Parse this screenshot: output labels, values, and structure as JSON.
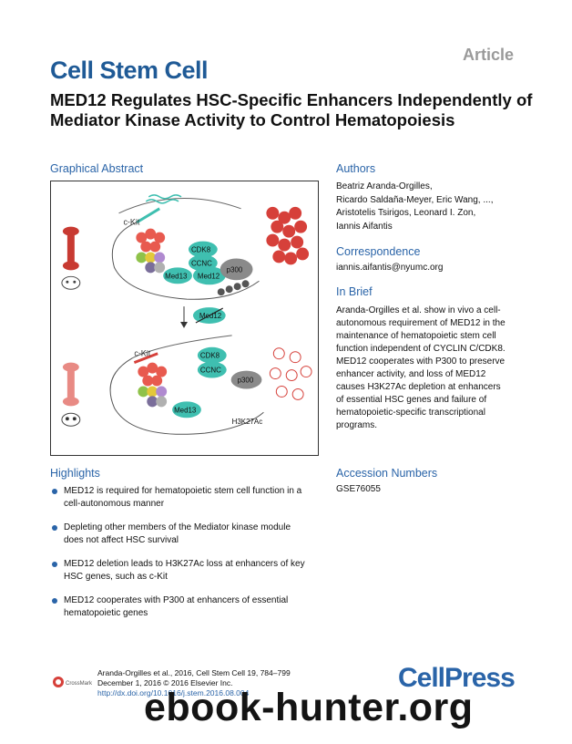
{
  "header": {
    "article_tag": "Article",
    "journal": "Cell Stem Cell",
    "title": "MED12 Regulates HSC-Specific Enhancers Independently of Mediator Kinase Activity to Control Hematopoiesis"
  },
  "graphical_abstract": {
    "heading": "Graphical Abstract",
    "labels": {
      "ckit_top": "c-Kit",
      "cdk8_top": "CDK8",
      "ccnc_top": "CCNC",
      "p300_top": "p300",
      "med13_top": "Med13",
      "med12_top": "Med12",
      "med12_deleted": "Med12",
      "ckit_bottom": "c-Kit",
      "cdk8_bottom": "CDK8",
      "ccnc_bottom": "CCNC",
      "p300_bottom": "p300",
      "med13_bottom": "Med13",
      "h3k27ac": "H3K27Ac"
    }
  },
  "authors": {
    "heading": "Authors",
    "lines": [
      "Beatriz Aranda-Orgilles,",
      "Ricardo Saldaña-Meyer, Eric Wang, ...,",
      "Aristotelis Tsirigos, Leonard I. Zon,",
      "Iannis Aifantis"
    ]
  },
  "correspondence": {
    "heading": "Correspondence",
    "email": "iannis.aifantis@nyumc.org"
  },
  "in_brief": {
    "heading": "In Brief",
    "lines": [
      "Aranda-Orgilles et al. show in vivo a cell-",
      "autonomous requirement of MED12 in the",
      "maintenance of hematopoietic stem cell",
      "function independent of CYCLIN C/CDK8.",
      "MED12 cooperates with P300 to preserve",
      "enhancer activity, and loss of MED12",
      "causes H3K27Ac depletion at enhancers",
      "of essential HSC genes and failure of",
      "hematopoietic-specific transcriptional",
      "programs."
    ]
  },
  "highlights": {
    "heading": "Highlights",
    "items": [
      [
        "MED12 is required for hematopoietic stem cell function in a",
        "cell-autonomous manner"
      ],
      [
        "Depleting other members of the Mediator kinase module",
        "does not affect HSC survival"
      ],
      [
        "MED12 deletion leads to H3K27Ac loss at enhancers of key",
        "HSC genes, such as c-Kit"
      ],
      [
        "MED12 cooperates with P300 at enhancers of essential",
        "hematopoietic genes"
      ]
    ]
  },
  "accession": {
    "heading": "Accession Numbers",
    "value": "GSE76055"
  },
  "footer": {
    "citation_line1": "Aranda-Orgilles et al., 2016, Cell Stem Cell 19, 784–799",
    "citation_line2": "December 1, 2016 © 2016 Elsevier Inc.",
    "doi": "http://dx.doi.org/10.1016/j.stem.2016.08.004",
    "crossmark_label": "CrossMark",
    "cellpress_logo": "CellPress",
    "watermark": "ebook-hunter.org"
  },
  "colors": {
    "journal_blue": "#1f5a96",
    "section_blue": "#2a64a8",
    "teal": "#3fbfb0",
    "red_cells": "#d6403a"
  }
}
